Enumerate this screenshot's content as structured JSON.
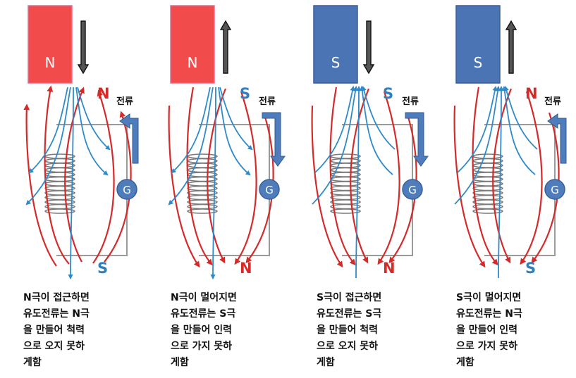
{
  "panels": [
    {
      "magnet_label": "N",
      "magnet_color": "#f24b4b",
      "motion": "down",
      "top_pole": "N",
      "bottom_pole": "S",
      "current_label": "전류",
      "current_dir": "up",
      "galvanometer": "G",
      "caption": "N극이 접근하면\n유도전류는 N극\n을 만들어 척력\n으로 오지 못하\n게함"
    },
    {
      "magnet_label": "N",
      "magnet_color": "#f24b4b",
      "motion": "up",
      "top_pole": "S",
      "bottom_pole": "N",
      "current_label": "전류",
      "current_dir": "down",
      "galvanometer": "G",
      "caption": "N극이 멀어지면\n유도전류는 S극\n을 만들어 인력\n으로 가지 못하\n게함"
    },
    {
      "magnet_label": "S",
      "magnet_color": "#4a74b4",
      "motion": "down",
      "top_pole": "S",
      "bottom_pole": "N",
      "current_label": "전류",
      "current_dir": "down",
      "galvanometer": "G",
      "caption": "S극이 접근하면\n유도전류는 S극\n을 만들어 척력\n으로 오지 못하\n게함"
    },
    {
      "magnet_label": "S",
      "magnet_color": "#4a74b4",
      "motion": "up",
      "top_pole": "N",
      "bottom_pole": "S",
      "current_label": "전류",
      "current_dir": "up",
      "galvanometer": "G",
      "caption": "S극이 멀어지면\n유도전류는 N극\n을 만들어 인력\n으로 가지 못하\n게함"
    }
  ],
  "colors": {
    "north": "#d42a2a",
    "south": "#2f7fc1",
    "field_red": "#d42a2a",
    "field_blue": "#2f8ac9",
    "current_arrow": "#4f7dbb",
    "galvanometer": "#4f7dbb",
    "circuit": "#9a9a9a",
    "coil": "#7a7a7a"
  }
}
